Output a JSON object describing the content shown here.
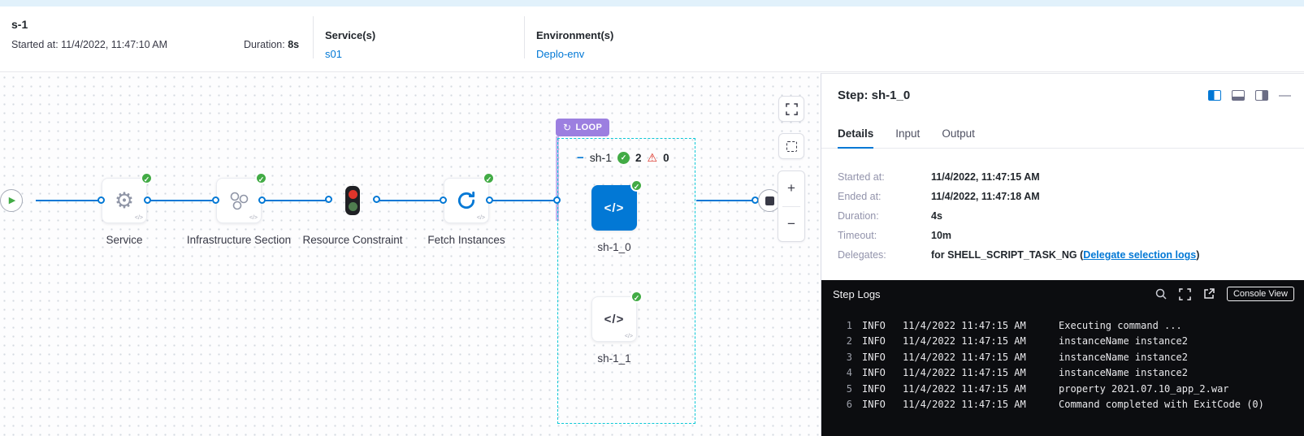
{
  "header": {
    "pipeline_name": "s-1",
    "started_label": "Started at:",
    "started_value": "11/4/2022, 11:47:10 AM",
    "duration_label": "Duration:",
    "duration_value": "8s",
    "services_label": "Service(s)",
    "services_value": "s01",
    "environments_label": "Environment(s)",
    "environments_value": "Deplo-env"
  },
  "canvas": {
    "nodes": [
      {
        "label": "Service"
      },
      {
        "label": "Infrastructure Section"
      },
      {
        "label": "Resource Constraint"
      },
      {
        "label": "Fetch Instances"
      }
    ],
    "loop": {
      "badge": "LOOP",
      "name": "sh-1",
      "success_count": "2",
      "error_count": "0",
      "steps": [
        {
          "label": "sh-1_0"
        },
        {
          "label": "sh-1_1"
        }
      ]
    }
  },
  "panel": {
    "title": "Step: sh-1_0",
    "tabs": [
      {
        "label": "Details"
      },
      {
        "label": "Input"
      },
      {
        "label": "Output"
      }
    ],
    "details": {
      "rows": [
        {
          "label": "Started at:",
          "value": "11/4/2022, 11:47:15 AM"
        },
        {
          "label": "Ended at:",
          "value": "11/4/2022, 11:47:18 AM"
        },
        {
          "label": "Duration:",
          "value": "4s"
        },
        {
          "label": "Timeout:",
          "value": "10m"
        }
      ],
      "delegates_label": "Delegates:",
      "delegates_prefix": "for SHELL_SCRIPT_TASK_NG (",
      "delegates_link": "Delegate selection logs",
      "delegates_suffix": ")"
    },
    "logs": {
      "title": "Step Logs",
      "console_view_label": "Console View",
      "lines": [
        {
          "num": "1",
          "level": "INFO",
          "time": "11/4/2022 11:47:15 AM",
          "message": "Executing command ..."
        },
        {
          "num": "2",
          "level": "INFO",
          "time": "11/4/2022 11:47:15 AM",
          "message": "instanceName instance2"
        },
        {
          "num": "3",
          "level": "INFO",
          "time": "11/4/2022 11:47:15 AM",
          "message": "instanceName instance2"
        },
        {
          "num": "4",
          "level": "INFO",
          "time": "11/4/2022 11:47:15 AM",
          "message": "instanceName instance2"
        },
        {
          "num": "5",
          "level": "INFO",
          "time": "11/4/2022 11:47:15 AM",
          "message": "property 2021.07.10_app_2.war"
        },
        {
          "num": "6",
          "level": "INFO",
          "time": "11/4/2022 11:47:15 AM",
          "message": "Command completed with ExitCode (0)"
        }
      ]
    }
  },
  "icons": {
    "check": "✓",
    "play": "▶",
    "gear": "⚙",
    "loop": "↻",
    "warning": "⚠",
    "code": "</>",
    "zoom_in": "+",
    "zoom_out": "−",
    "collapse": "−",
    "minimize": "—"
  },
  "colors": {
    "accent_blue": "#0278D5",
    "success_green": "#42AB45",
    "error_red": "#DA291D",
    "loop_purple": "#9C7FE0",
    "selection_teal": "#0BC8D6",
    "console_bg": "#0C0D10"
  }
}
